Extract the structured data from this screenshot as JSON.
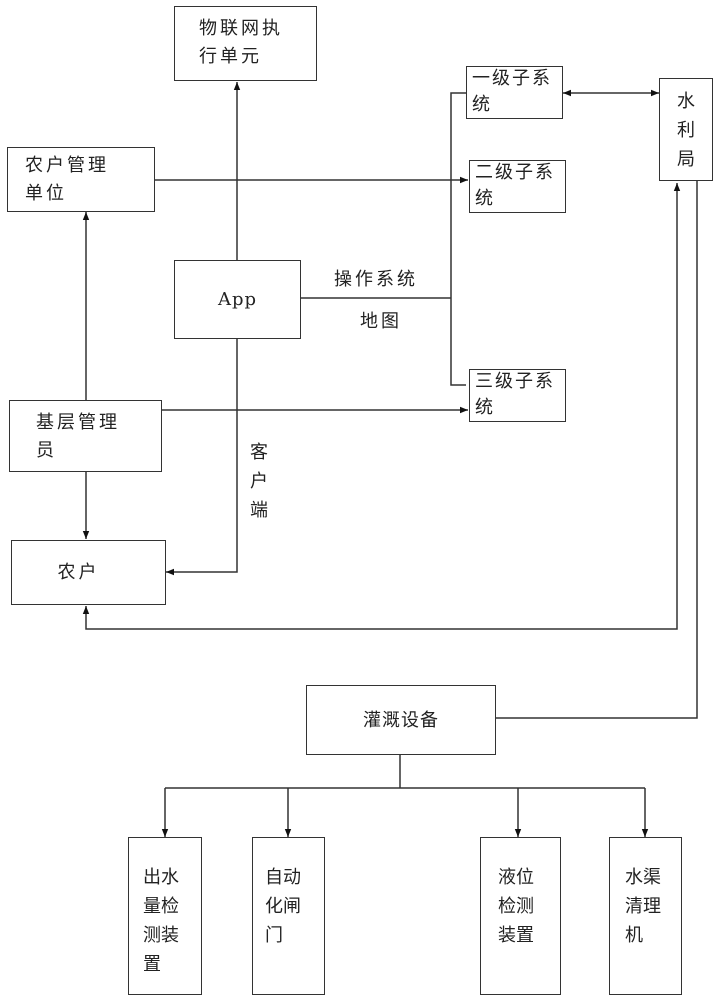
{
  "diagram": {
    "nodes": {
      "iot_unit": {
        "line1": "物联网执",
        "line2": "行单元"
      },
      "farmer_mgmt": {
        "line1": "农户管理",
        "line2": "单位"
      },
      "app": {
        "label": "App"
      },
      "sub1": {
        "line1": "一级子系",
        "line2": "统"
      },
      "sub2": {
        "line1": "二级子系",
        "line2": "统"
      },
      "sub3": {
        "line1": "三级子系",
        "line2": "统"
      },
      "water_bureau": {
        "label": "水利局"
      },
      "grassroots_admin": {
        "line1": "基层管理",
        "line2": "员"
      },
      "farmer": {
        "label": "农户"
      },
      "irrigation": {
        "label": "灌溉设备"
      },
      "outflow_detector": {
        "label": "出水量检测装置"
      },
      "auto_gate": {
        "label": "自动化闸门"
      },
      "level_detector": {
        "label": "液位检测装置"
      },
      "canal_cleaner": {
        "label": "水渠清理机"
      }
    },
    "edge_labels": {
      "os_label": "操作系统",
      "map_label": "地图",
      "client_label": "客户端"
    }
  }
}
